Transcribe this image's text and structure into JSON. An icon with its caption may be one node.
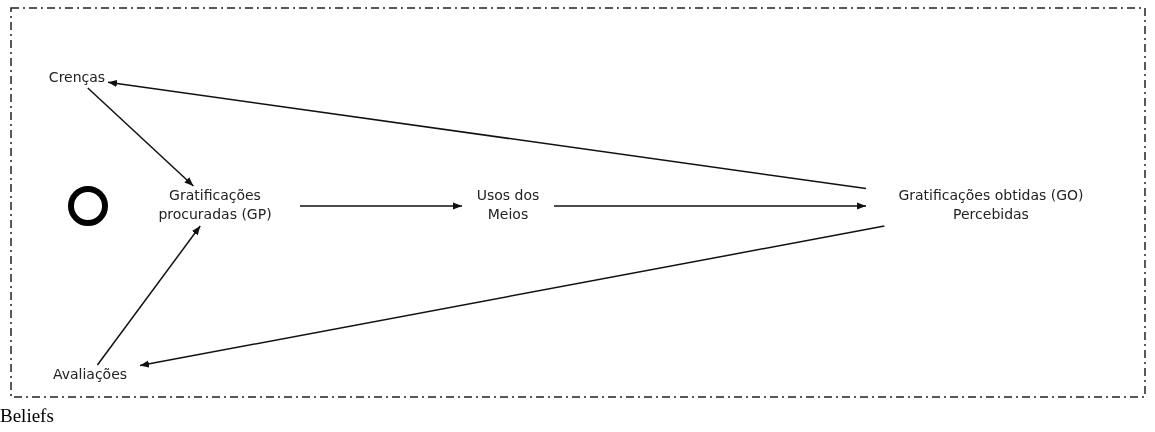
{
  "diagram": {
    "nodes": [
      {
        "text": [],
        "shape": "box"
      },
      {
        "text": [
          "Crenças"
        ],
        "in": 0
      },
      {
        "text": [],
        "shape": "circle",
        "in": 0
      },
      {
        "text": [
          "Gratificações procuradas (GP)"
        ],
        "in": 0
      },
      {
        "text": [
          "Usos dos Meios"
        ],
        "in": 0
      },
      {
        "text": [
          "Gratificações obtidas (GO) Percebidas"
        ],
        "in": 0
      },
      {
        "text": [
          "Avaliações"
        ],
        "in": 0
      }
    ],
    "edges": [
      {
        "from": 1,
        "to": 3,
        "arrow": "to"
      },
      {
        "from": 6,
        "to": 3,
        "arrow": "to"
      },
      {
        "from": 3,
        "to": 4,
        "arrow": "to"
      },
      {
        "from": 4,
        "to": 5,
        "arrow": "to"
      },
      {
        "from": 5,
        "to": 1,
        "arrow": "to"
      },
      {
        "from": 5,
        "to": 6,
        "arrow": "to"
      }
    ],
    "labels": [
      "Beliefs"
    ]
  }
}
